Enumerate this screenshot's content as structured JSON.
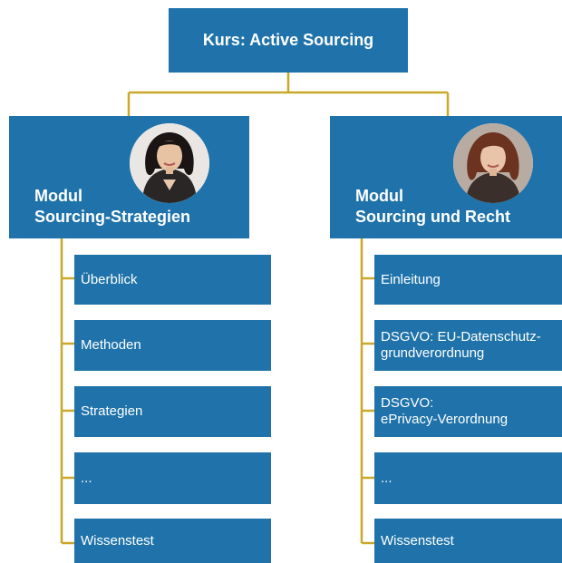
{
  "course": {
    "title": "Kurs: Active Sourcing"
  },
  "modules": [
    {
      "title_line1": "Modul",
      "title_line2": "Sourcing-Strategien",
      "avatar_icon": "woman-portrait-dark-hair",
      "lessons": [
        {
          "line1": "Überblick",
          "line2": ""
        },
        {
          "line1": "Methoden",
          "line2": ""
        },
        {
          "line1": "Strategien",
          "line2": ""
        },
        {
          "line1": "...",
          "line2": ""
        },
        {
          "line1": "Wissenstest",
          "line2": ""
        }
      ]
    },
    {
      "title_line1": "Modul",
      "title_line2": "Sourcing und Recht",
      "avatar_icon": "woman-portrait-auburn-hair",
      "lessons": [
        {
          "line1": "Einleitung",
          "line2": ""
        },
        {
          "line1": "DSGVO: EU-Datenschutz-",
          "line2": "grundverordnung"
        },
        {
          "line1": "DSGVO:",
          "line2": "ePrivacy-Verordnung"
        },
        {
          "line1": "...",
          "line2": ""
        },
        {
          "line1": "Wissenstest",
          "line2": ""
        }
      ]
    }
  ],
  "colors": {
    "box_fill": "#1f73aa",
    "connector": "#c9a82b",
    "text": "#ffffff"
  }
}
